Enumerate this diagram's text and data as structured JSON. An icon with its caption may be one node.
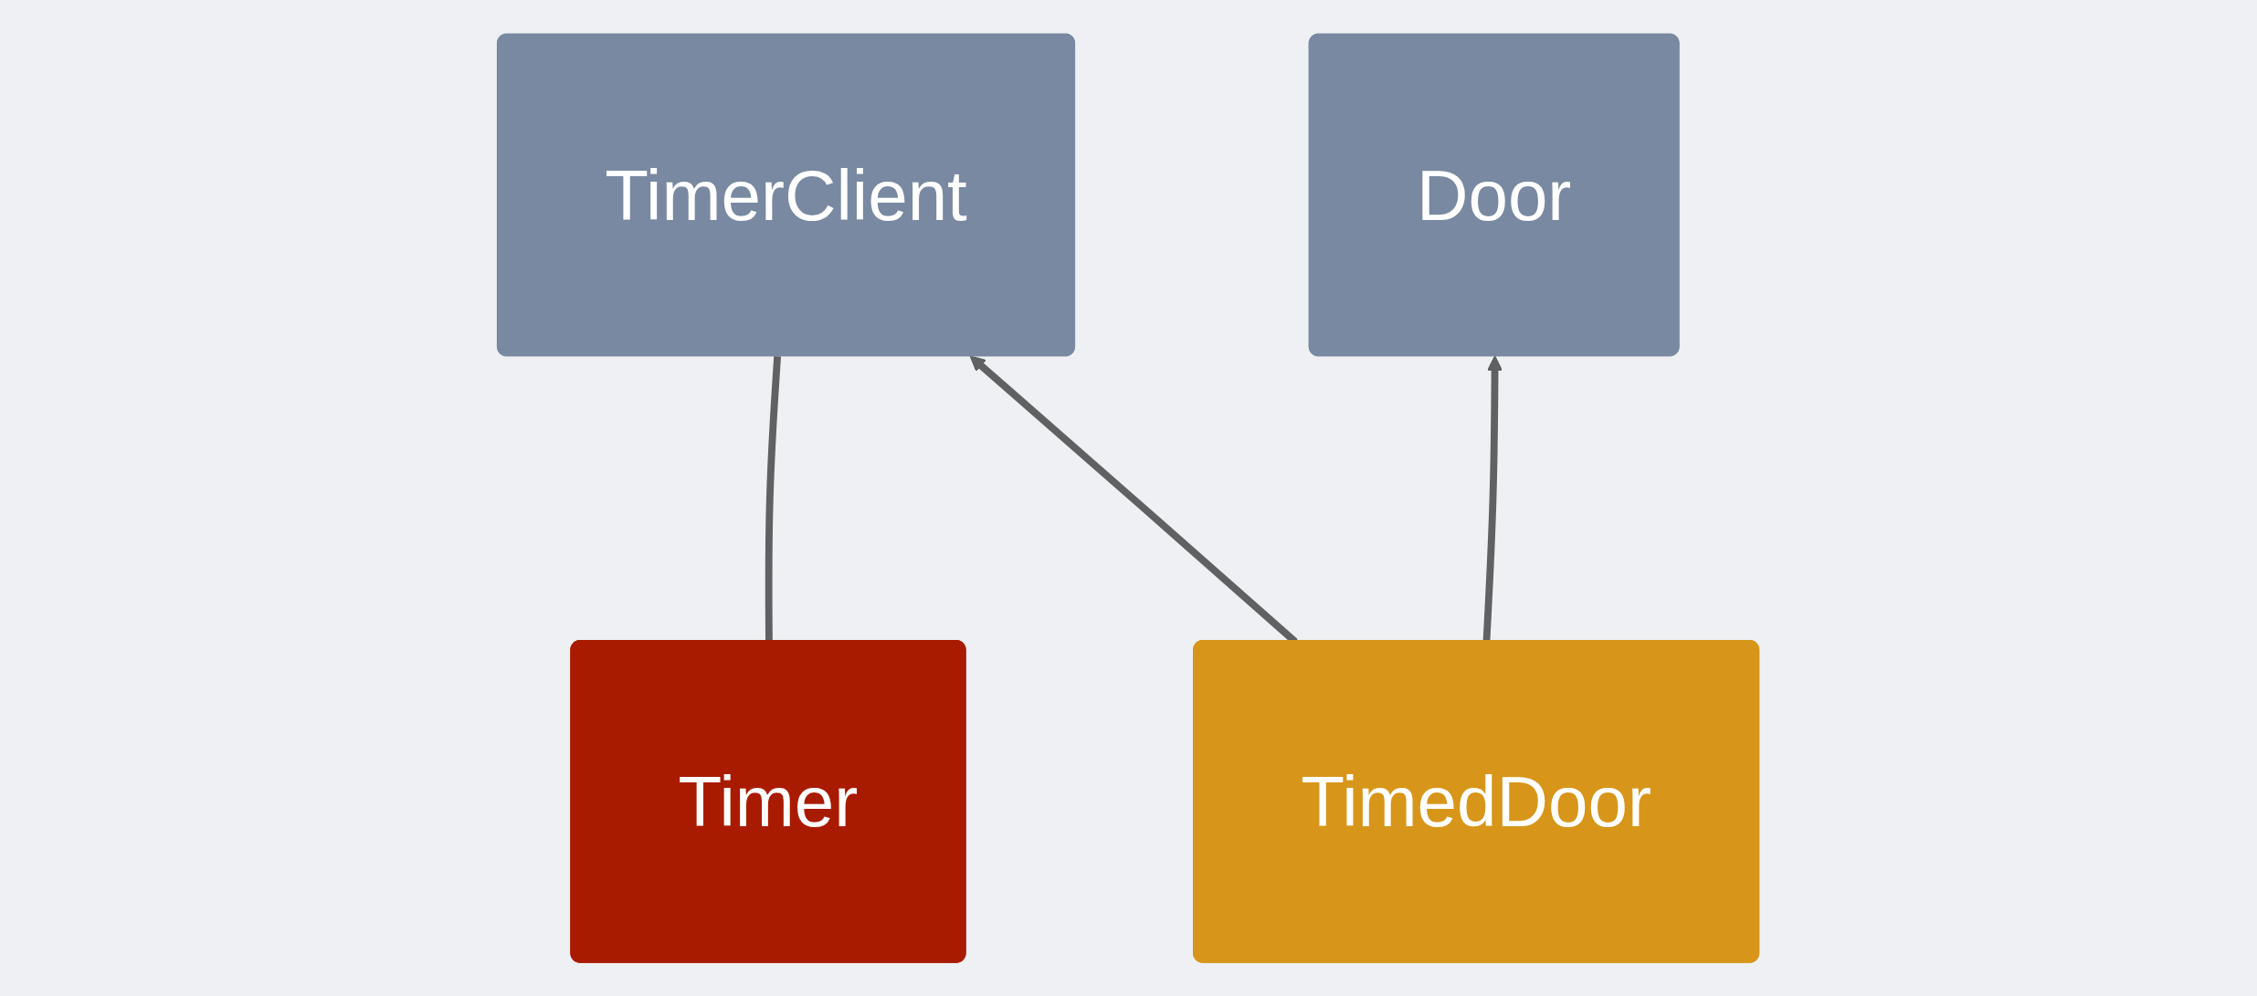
{
  "diagram": {
    "nodes": [
      {
        "text": [
          "Timer"
        ]
      },
      {
        "text": [
          "TimerClient"
        ]
      },
      {
        "text": [
          "Door"
        ]
      },
      {
        "text": [
          "TimedDoor"
        ]
      }
    ],
    "edges": [
      {
        "from": 0,
        "to": 1,
        "arrow": "none"
      },
      {
        "from": 3,
        "to": 1,
        "arrow": "to"
      },
      {
        "from": 3,
        "to": 2,
        "arrow": "to"
      }
    ]
  }
}
